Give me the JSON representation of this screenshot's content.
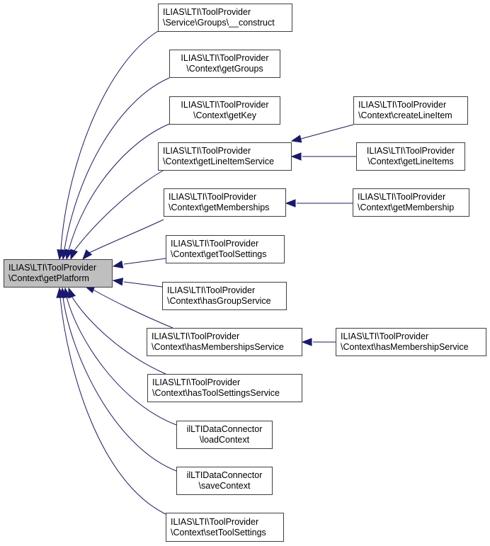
{
  "diagram": {
    "type": "doxygen-caller-graph",
    "edge_color": "#191970",
    "focus_fill": "#bfbfbf",
    "focus": {
      "id": "getPlatform",
      "line1": "ILIAS\\LTI\\ToolProvider",
      "line2": "\\Context\\getPlatform"
    },
    "nodes": [
      {
        "id": "groups_construct",
        "line1": "ILIAS\\LTI\\ToolProvider",
        "line2": "\\Service\\Groups\\__construct"
      },
      {
        "id": "getGroups",
        "line1": "ILIAS\\LTI\\ToolProvider",
        "line2": "\\Context\\getGroups"
      },
      {
        "id": "getKey",
        "line1": "ILIAS\\LTI\\ToolProvider",
        "line2": "\\Context\\getKey"
      },
      {
        "id": "getLineItemService",
        "line1": "ILIAS\\LTI\\ToolProvider",
        "line2": "\\Context\\getLineItemService"
      },
      {
        "id": "getMemberships",
        "line1": "ILIAS\\LTI\\ToolProvider",
        "line2": "\\Context\\getMemberships"
      },
      {
        "id": "getToolSettings",
        "line1": "ILIAS\\LTI\\ToolProvider",
        "line2": "\\Context\\getToolSettings"
      },
      {
        "id": "hasGroupService",
        "line1": "ILIAS\\LTI\\ToolProvider",
        "line2": "\\Context\\hasGroupService"
      },
      {
        "id": "hasMembershipsService",
        "line1": "ILIAS\\LTI\\ToolProvider",
        "line2": "\\Context\\hasMembershipsService"
      },
      {
        "id": "hasToolSettingsService",
        "line1": "ILIAS\\LTI\\ToolProvider",
        "line2": "\\Context\\hasToolSettingsService"
      },
      {
        "id": "loadContext",
        "line1": "ilLTIDataConnector",
        "line2": "\\loadContext"
      },
      {
        "id": "saveContext",
        "line1": "ilLTIDataConnector",
        "line2": "\\saveContext"
      },
      {
        "id": "setToolSettings",
        "line1": "ILIAS\\LTI\\ToolProvider",
        "line2": "\\Context\\setToolSettings"
      },
      {
        "id": "createLineItem",
        "line1": "ILIAS\\LTI\\ToolProvider",
        "line2": "\\Context\\createLineItem"
      },
      {
        "id": "getLineItems",
        "line1": "ILIAS\\LTI\\ToolProvider",
        "line2": "\\Context\\getLineItems"
      },
      {
        "id": "getMembership",
        "line1": "ILIAS\\LTI\\ToolProvider",
        "line2": "\\Context\\getMembership"
      },
      {
        "id": "hasMembershipService",
        "line1": "ILIAS\\LTI\\ToolProvider",
        "line2": "\\Context\\hasMembershipService"
      }
    ],
    "edges": [
      {
        "from": "groups_construct",
        "to": "getPlatform"
      },
      {
        "from": "getGroups",
        "to": "getPlatform"
      },
      {
        "from": "getKey",
        "to": "getPlatform"
      },
      {
        "from": "getLineItemService",
        "to": "getPlatform"
      },
      {
        "from": "getMemberships",
        "to": "getPlatform"
      },
      {
        "from": "getToolSettings",
        "to": "getPlatform"
      },
      {
        "from": "hasGroupService",
        "to": "getPlatform"
      },
      {
        "from": "hasMembershipsService",
        "to": "getPlatform"
      },
      {
        "from": "hasToolSettingsService",
        "to": "getPlatform"
      },
      {
        "from": "loadContext",
        "to": "getPlatform"
      },
      {
        "from": "saveContext",
        "to": "getPlatform"
      },
      {
        "from": "setToolSettings",
        "to": "getPlatform"
      },
      {
        "from": "createLineItem",
        "to": "getLineItemService"
      },
      {
        "from": "getLineItems",
        "to": "getLineItemService"
      },
      {
        "from": "getMembership",
        "to": "getMemberships"
      },
      {
        "from": "hasMembershipService",
        "to": "hasMembershipsService"
      }
    ]
  }
}
